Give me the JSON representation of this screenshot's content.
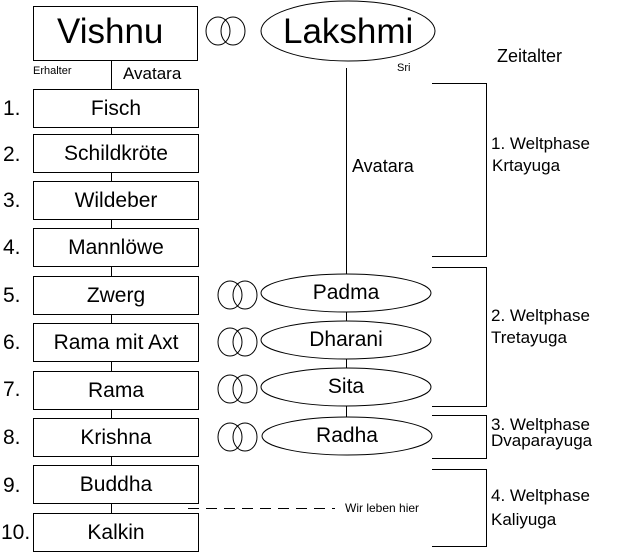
{
  "top": {
    "vishnu": "Vishnu",
    "lakshmi": "Lakshmi",
    "erhalter": "Erhalter",
    "avatara_left": "Avatara",
    "sri": "Sri",
    "zeitalter": "Zeitalter",
    "avatara_mid": "Avatara"
  },
  "avatars": [
    {
      "num": "1.",
      "name": "Fisch"
    },
    {
      "num": "2.",
      "name": "Schildkröte"
    },
    {
      "num": "3.",
      "name": "Wildeber"
    },
    {
      "num": "4.",
      "name": "Mannlöwe"
    },
    {
      "num": "5.",
      "name": "Zwerg"
    },
    {
      "num": "6.",
      "name": "Rama mit Axt"
    },
    {
      "num": "7.",
      "name": "Rama"
    },
    {
      "num": "8.",
      "name": "Krishna"
    },
    {
      "num": "9.",
      "name": "Buddha"
    },
    {
      "num": "10.",
      "name": "Kalkin"
    }
  ],
  "consorts": [
    "Padma",
    "Dharani",
    "Sita",
    "Radha"
  ],
  "phases": [
    {
      "line1": "1. Weltphase",
      "line2": "Krtayuga"
    },
    {
      "line1": "2. Weltphase",
      "line2": "Tretayuga"
    },
    {
      "line1": "3. Weltphase",
      "line2": "Dvaparayuga"
    },
    {
      "line1": "4. Weltphase",
      "line2": "Kaliyuga"
    }
  ],
  "marker": "Wir leben hier"
}
